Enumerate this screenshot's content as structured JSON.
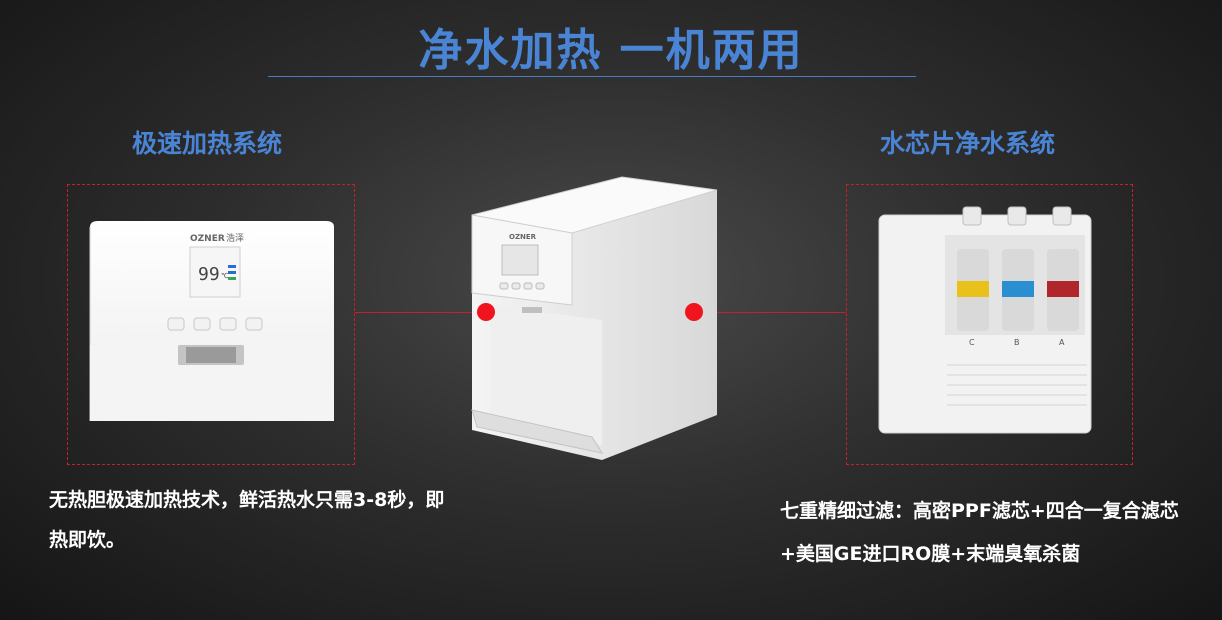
{
  "title": "净水加热  一机两用",
  "left_section": {
    "heading": "极速加热系统",
    "description": "无热胆极速加热技术，鲜活热水只需3-8秒，即热即饮。"
  },
  "right_section": {
    "heading": "水芯片净水系统",
    "description": "七重精细过滤：高密PPF滤芯+四合一复合滤芯+美国GE进口RO膜+末端臭氧杀菌"
  },
  "product": {
    "brand": "OZNER",
    "brand_cn": "浩泽",
    "temperature": "99",
    "temp_unit": "℃"
  },
  "filters": [
    {
      "label": "C",
      "color": "#e8c21a"
    },
    {
      "label": "B",
      "color": "#2a8fd0"
    },
    {
      "label": "A",
      "color": "#b0262a"
    }
  ],
  "colors": {
    "accent_blue": "#4a84d4",
    "callout_red": "#f0141e"
  }
}
